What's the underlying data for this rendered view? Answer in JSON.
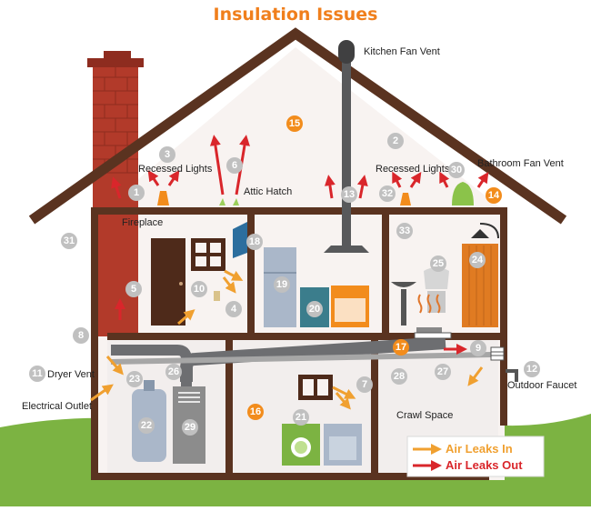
{
  "title": "Insulation Issues",
  "labels": {
    "kitchen_fan_vent": "Kitchen Fan Vent",
    "recessed_lights_left": "Recessed Lights",
    "recessed_lights_right": "Recessed Lights",
    "attic_hatch": "Attic Hatch",
    "bathroom_fan_vent": "Bathroom Fan Vent",
    "fireplace": "Fireplace",
    "dryer_vent": "Dryer Vent",
    "electrical_outlet": "Electrical Outlet",
    "crawl_space": "Crawl Space",
    "outdoor_faucet": "Outdoor Faucet"
  },
  "markers": [
    "1",
    "2",
    "3",
    "4",
    "5",
    "6",
    "7",
    "8",
    "9",
    "10",
    "11",
    "12",
    "13",
    "14",
    "15",
    "16",
    "17",
    "18",
    "19",
    "20",
    "21",
    "22",
    "23",
    "24",
    "25",
    "26",
    "27",
    "28",
    "29",
    "30",
    "31",
    "32",
    "33"
  ],
  "legend": {
    "in": "Air Leaks In",
    "out": "Air Leaks Out"
  },
  "colors": {
    "roof": "#5a3320",
    "attic_fill": "#f8f3f1",
    "grass": "#7cb342",
    "marker_gray": "#c0c0c0",
    "marker_orange": "#f28c1c",
    "arrow_in": "#f0a030",
    "arrow_out": "#d9262b",
    "title": "#f07f1c"
  }
}
